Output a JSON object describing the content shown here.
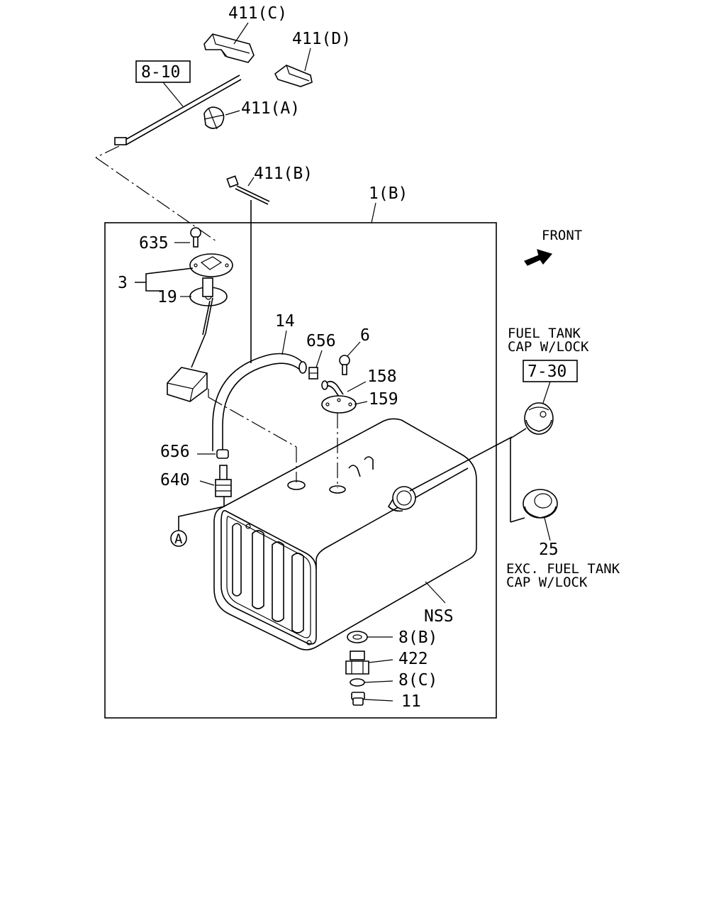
{
  "labels": {
    "p411c": "411(C)",
    "p411d": "411(D)",
    "p810": "8-10",
    "p411a": "411(A)",
    "p411b": "411(B)",
    "p1b": "1(B)",
    "p635": "635",
    "p3": "3",
    "p19": "19",
    "p14": "14",
    "p656a": "656",
    "p6": "6",
    "p158": "158",
    "p159": "159",
    "p656b": "656",
    "p640": "640",
    "pA": "A",
    "front": "FRONT",
    "fuel_cap_line1": "FUEL TANK",
    "fuel_cap_line2": "CAP W/LOCK",
    "p730": "7-30",
    "p25": "25",
    "exc_line1": "EXC. FUEL TANK",
    "exc_line2": "CAP W/LOCK",
    "nss": "NSS",
    "p8b": "8(B)",
    "p422": "422",
    "p8c": "8(C)",
    "p11": "11"
  }
}
